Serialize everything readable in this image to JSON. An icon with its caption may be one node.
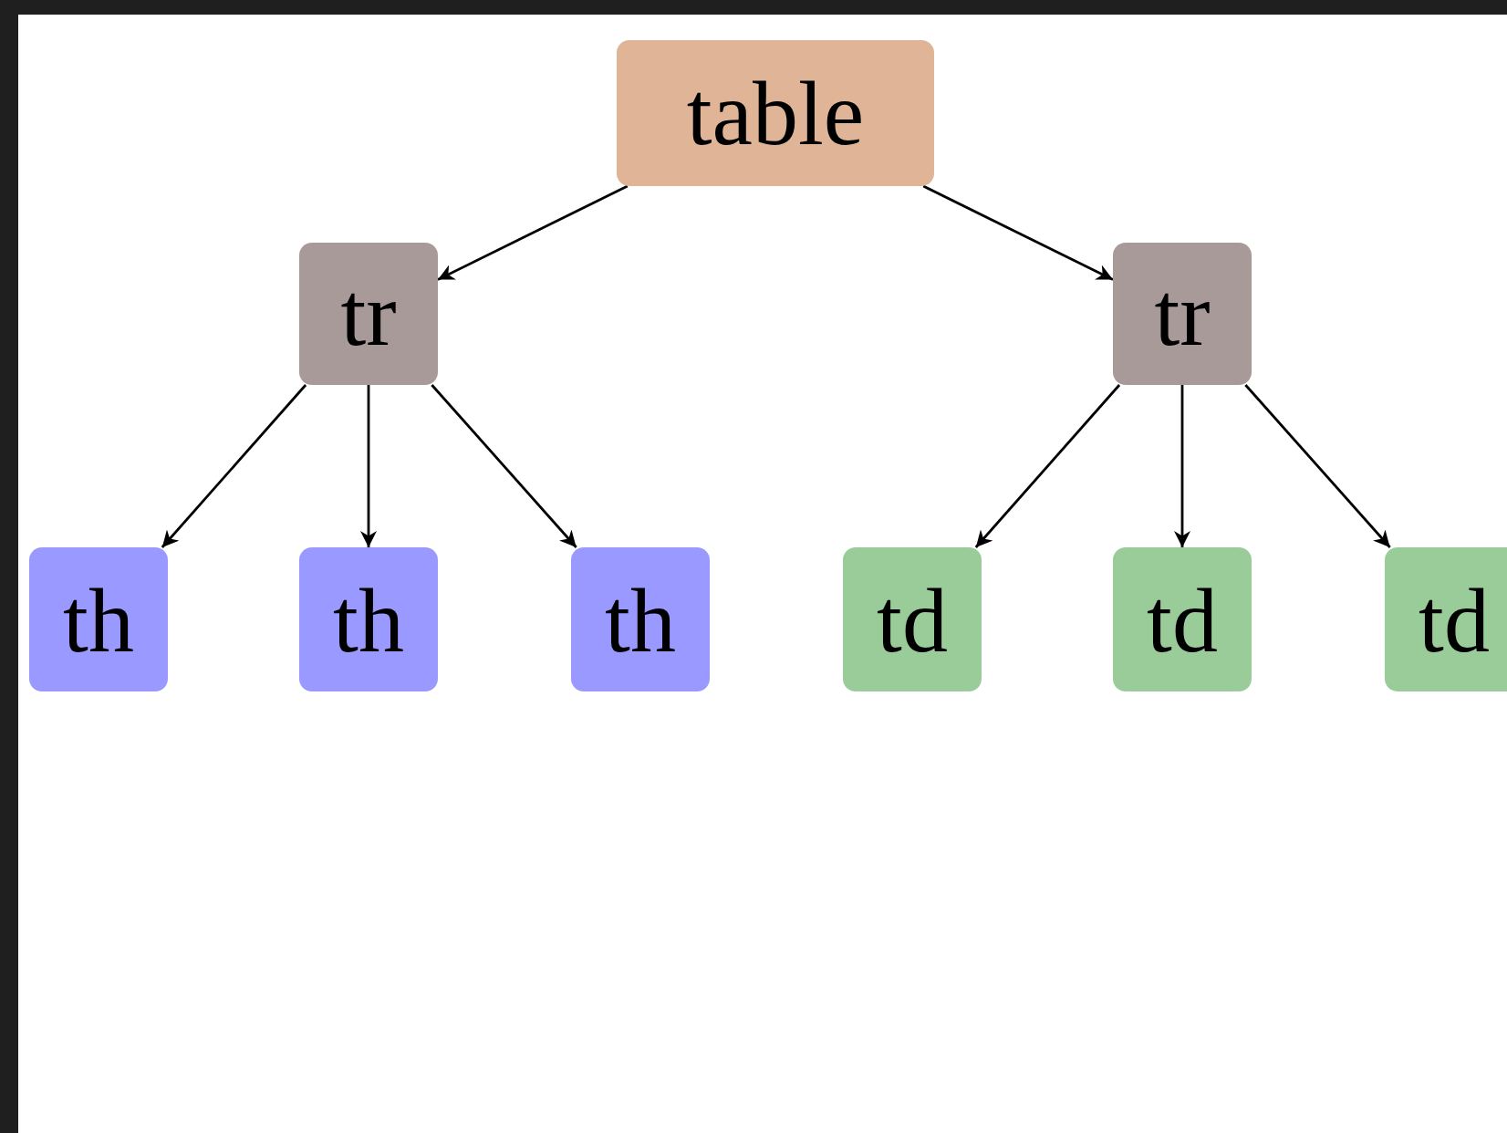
{
  "diagram": {
    "nodes": [
      {
        "text": [
          "table"
        ]
      },
      {
        "text": [
          "tr"
        ]
      },
      {
        "text": [
          "tr"
        ]
      },
      {
        "text": [
          "th"
        ]
      },
      {
        "text": [
          "th"
        ]
      },
      {
        "text": [
          "th"
        ]
      },
      {
        "text": [
          "td"
        ]
      },
      {
        "text": [
          "td"
        ]
      },
      {
        "text": [
          "td"
        ]
      }
    ],
    "edges": [
      {
        "from": 0,
        "to": 1,
        "arrow": "to"
      },
      {
        "from": 0,
        "to": 2,
        "arrow": "to"
      },
      {
        "from": 1,
        "to": 3,
        "arrow": "to"
      },
      {
        "from": 1,
        "to": 4,
        "arrow": "to"
      },
      {
        "from": 1,
        "to": 5,
        "arrow": "to"
      },
      {
        "from": 2,
        "to": 6,
        "arrow": "to"
      },
      {
        "from": 2,
        "to": 7,
        "arrow": "to"
      },
      {
        "from": 2,
        "to": 8,
        "arrow": "to"
      }
    ]
  }
}
